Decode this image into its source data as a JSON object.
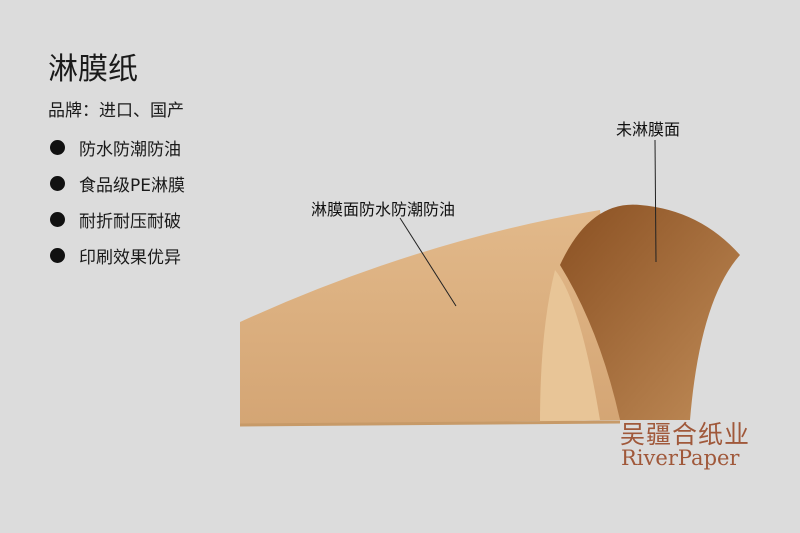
{
  "title": "淋膜纸",
  "brand": "品牌：进口、国产",
  "features": [
    "防水防潮防油",
    "食品级PE淋膜",
    "耐折耐压耐破",
    "印刷效果优异"
  ],
  "callouts": {
    "coated": "淋膜面防水防潮防油",
    "uncoated": "未淋膜面"
  },
  "logo": {
    "cn": "吴疆合纸业",
    "en": "RiverPaper"
  },
  "colors": {
    "background": "#dcdcdc",
    "kraft": "#d9ad7c",
    "logo": "#a0583a"
  }
}
